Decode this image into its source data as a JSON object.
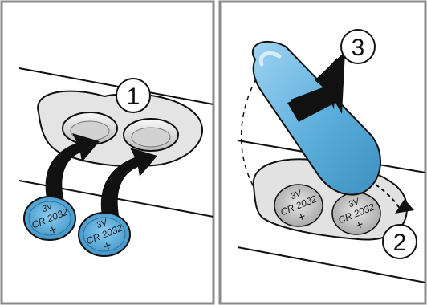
{
  "steps": {
    "one": "1",
    "two": "2",
    "three": "3"
  },
  "battery": {
    "voltage": "3V",
    "model": "CR 2032",
    "polarity": "+"
  },
  "colors": {
    "battery_blue": "#5aaedb",
    "frame": "#8a8a8a",
    "cover_blue": "#5aaedb",
    "socket_gray": "#dadada"
  }
}
